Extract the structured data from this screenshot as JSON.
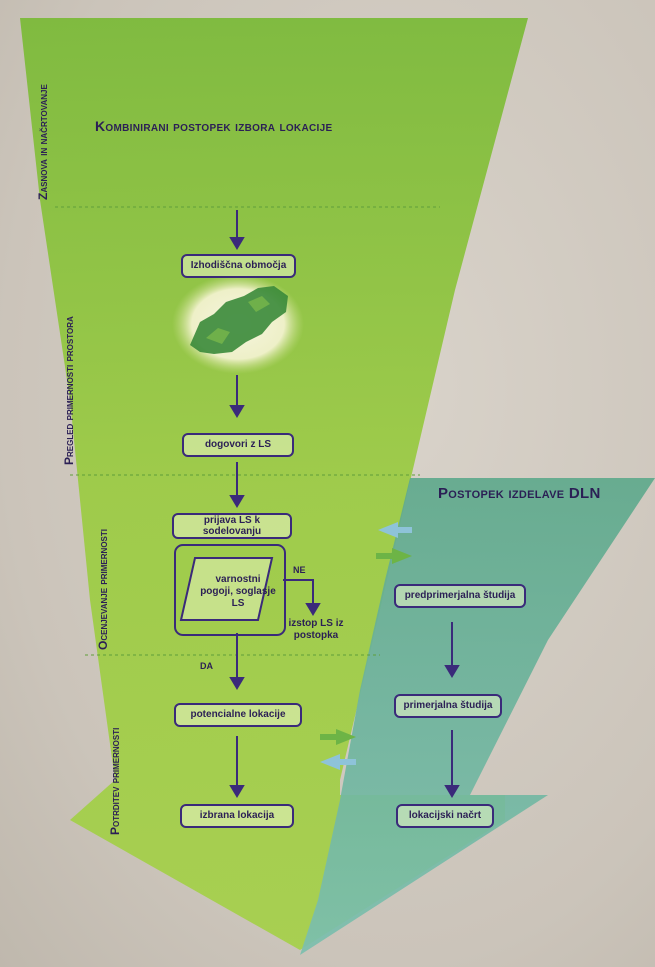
{
  "diagram": {
    "title_left": "Kombinirani postopek izbora lokacije",
    "title_right": "Postopek izdelave DLN",
    "phases": [
      "Zasnova in načrtovanje",
      "Pregled primernosti prostora",
      "Ocenjevanje primernosti",
      "Potrditev primernosti"
    ],
    "left_steps": {
      "izhodiscna": "Izhodiščna območja",
      "dogovori": "dogovori z LS",
      "prijava": "prijava LS k sodelovanju",
      "varnostni": "varnostni pogoji, soglasje LS",
      "potencialne": "potencialne lokacije",
      "izbrana": "izbrana lokacija"
    },
    "exit_step": "izstop LS iz postopka",
    "right_steps": {
      "predprimerjalna": "predprimerjalna študija",
      "primerjalna": "primerjalna študija",
      "lokacijski": "lokacijski načrt"
    },
    "decision_labels": {
      "no": "NE",
      "yes": "DA"
    },
    "colors": {
      "green": "#8fc441",
      "teal": "#62ab8f",
      "text": "#2b1f55",
      "arrow": "#3a2a7a"
    }
  }
}
